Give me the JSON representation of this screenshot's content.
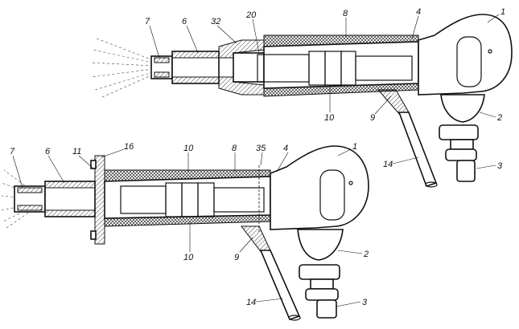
{
  "labels": {
    "top": {
      "p7": "7",
      "p6": "6",
      "p32": "32",
      "p20": "20",
      "p8": "8",
      "p4": "4",
      "p1": "1",
      "p2": "2",
      "p3": "3",
      "p9": "9",
      "p10": "10",
      "p14": "14"
    },
    "bottom": {
      "p7": "7",
      "p6": "6",
      "p11": "11",
      "p16": "16",
      "p10a": "10",
      "p8": "8",
      "p35": "35",
      "p4": "4",
      "p1": "1",
      "p2": "2",
      "p3": "3",
      "p9": "9",
      "p10b": "10",
      "p14": "14"
    }
  }
}
